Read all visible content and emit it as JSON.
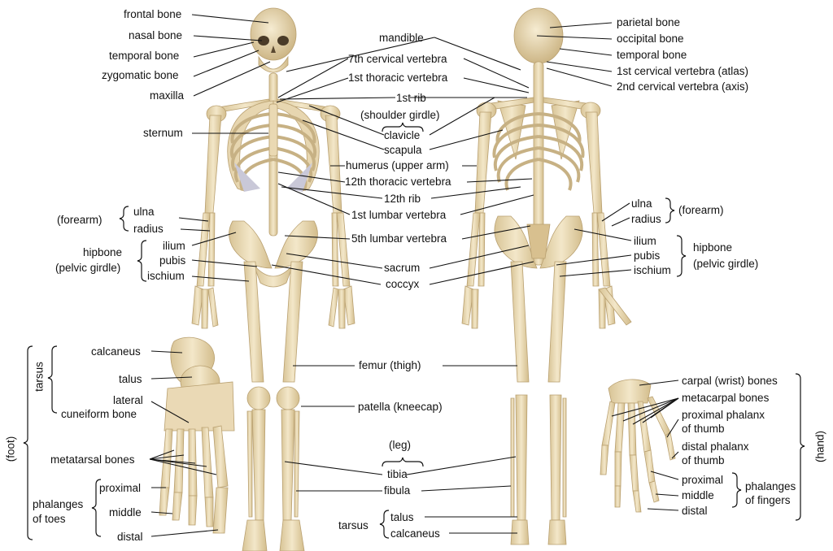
{
  "labels": {
    "frontal_bone": "frontal bone",
    "nasal_bone": "nasal bone",
    "temporal_bone_front": "temporal bone",
    "zygomatic_bone": "zygomatic bone",
    "maxilla": "maxilla",
    "sternum": "sternum",
    "forearm_left": "(forearm)",
    "ulna_left": "ulna",
    "radius_left": "radius",
    "hipbone_left": "hipbone",
    "pelvic_girdle_left": "(pelvic girdle)",
    "ilium_left": "ilium",
    "pubis_left": "pubis",
    "ischium_left": "ischium",
    "mandible": "mandible",
    "cervical_7": "7th cervical vertebra",
    "thoracic_1": "1st thoracic vertebra",
    "rib_1": "1st rib",
    "shoulder_girdle": "(shoulder girdle)",
    "clavicle": "clavicle",
    "scapula": "scapula",
    "humerus": "humerus (upper arm)",
    "thoracic_12": "12th thoracic vertebra",
    "rib_12": "12th rib",
    "lumbar_1": "1st lumbar vertebra",
    "lumbar_5": "5th lumbar vertebra",
    "sacrum": "sacrum",
    "coccyx": "coccyx",
    "femur": "femur (thigh)",
    "patella": "patella (kneecap)",
    "leg": "(leg)",
    "tibia": "tibia",
    "fibula": "fibula",
    "tarsus_bottom": "tarsus",
    "talus_bottom": "talus",
    "calcaneus_bottom": "calcaneus",
    "parietal_bone": "parietal bone",
    "occipital_bone": "occipital bone",
    "temporal_bone_back": "temporal bone",
    "cervical_atlas": "1st cervical vertebra (atlas)",
    "cervical_axis": "2nd cervical vertebra (axis)",
    "ulna_right": "ulna",
    "radius_right": "radius",
    "forearm_right": "(forearm)",
    "ilium_right": "ilium",
    "pubis_right": "pubis",
    "ischium_right": "ischium",
    "hipbone_right": "hipbone",
    "pelvic_girdle_right": "(pelvic girdle)",
    "carpal": "carpal (wrist) bones",
    "metacarpal": "metacarpal bones",
    "prox_phalanx_thumb_1": "proximal phalanx",
    "prox_phalanx_thumb_2": "of thumb",
    "dist_phalanx_thumb_1": "distal phalanx",
    "dist_phalanx_thumb_2": "of thumb",
    "proximal_hand": "proximal",
    "middle_hand": "middle",
    "distal_hand": "distal",
    "phalanges_fingers_1": "phalanges",
    "phalanges_fingers_2": "of fingers",
    "hand": "(hand)",
    "foot": "(foot)",
    "tarsus_foot": "tarsus",
    "calcaneus_foot": "calcaneus",
    "talus_foot": "talus",
    "lateral_1": "lateral",
    "cuneiform": "cuneiform bone",
    "metatarsal": "metatarsal bones",
    "phalanges_toes_1": "phalanges",
    "phalanges_toes_2": "of toes",
    "proximal_foot": "proximal",
    "middle_foot": "middle",
    "distal_foot": "distal"
  },
  "colors": {
    "bone": "#efe2c2",
    "bone_shade": "#d9c59a",
    "rib_shadow": "#b9b8c9",
    "line": "#111111"
  }
}
